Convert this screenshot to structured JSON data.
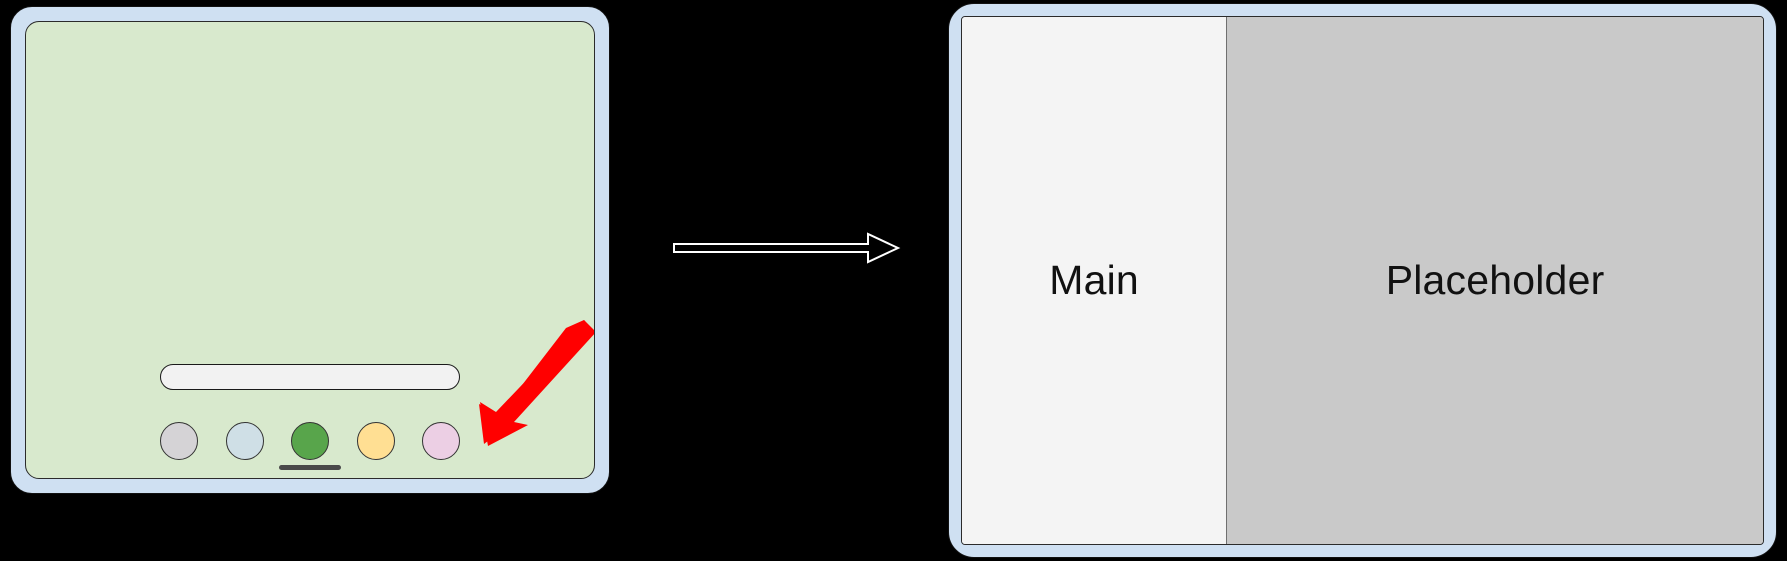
{
  "scene": {
    "background_color": "#000000",
    "type": "before-after-transition"
  },
  "before": {
    "device_name": "tablet-before",
    "frame_color": "#cfe0f2",
    "screen_color": "#d8e9cd",
    "search_field": {
      "value": "",
      "placeholder": "",
      "fill_color": "#f2f2f2"
    },
    "dots": [
      {
        "name": "dot-gray",
        "color": "#d5d3d6"
      },
      {
        "name": "dot-blue",
        "color": "#cfdfe6"
      },
      {
        "name": "dot-green",
        "color": "#58a54b"
      },
      {
        "name": "dot-yellow",
        "color": "#ffdf93"
      },
      {
        "name": "dot-pink",
        "color": "#eccfe4"
      }
    ],
    "home_indicator_color": "#4a4a4a",
    "pointer": {
      "name": "red-pointer-arrow",
      "color": "#ff0000",
      "points_at": "dot-pink"
    }
  },
  "transition": {
    "arrow_name": "transition-arrow",
    "direction": "right",
    "stroke_color": "#ffffff"
  },
  "after": {
    "device_name": "tablet-after",
    "frame_color": "#cfe0f2",
    "panes": [
      {
        "name": "pane-main",
        "label": "Main",
        "background_color": "#f4f4f4"
      },
      {
        "name": "pane-placeholder",
        "label": "Placeholder",
        "background_color": "#c9c9c9"
      }
    ]
  }
}
